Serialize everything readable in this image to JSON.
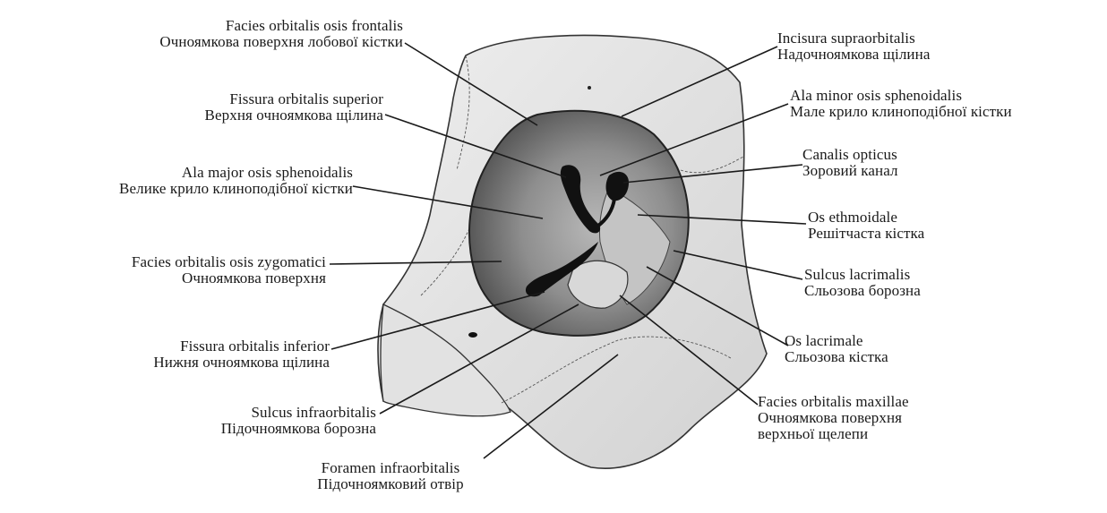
{
  "colors": {
    "background": "#ffffff",
    "bone": "#d9d9d9",
    "bone_light": "#ededed",
    "orbit": "#8a8a8a",
    "orbit_deep": "#555555",
    "ink": "#1a1a1a",
    "fissure": "#111111"
  },
  "labels": {
    "frontalis": {
      "la": "Facies orbitalis osis frontalis",
      "ua": "Очноямкова поверхня лобової кістки"
    },
    "fissura_superior": {
      "la": "Fissura orbitalis superior",
      "ua": "Верхня очноямкова щілина"
    },
    "ala_major": {
      "la": "Ala major osis sphenoidalis",
      "ua": "Велике крило клиноподібної кістки"
    },
    "zygomatici": {
      "la": "Facies orbitalis osis zygomatici",
      "ua": "Очноямкова поверхня"
    },
    "fissura_inferior": {
      "la": "Fissura orbitalis inferior",
      "ua": "Нижня очноямкова щілина"
    },
    "sulcus_infraorbitalis": {
      "la": "Sulcus infraorbitalis",
      "ua": "Підочноямкова борозна"
    },
    "foramen_infraorbitalis": {
      "la": "Foramen infraorbitalis",
      "ua": "Підочноямковий отвір"
    },
    "incisura": {
      "la": "Incisura supraorbitalis",
      "ua": "Надочноямкова щілина"
    },
    "ala_minor": {
      "la": "Ala minor osis sphenoidalis",
      "ua": "Мале крило клиноподібної кістки"
    },
    "canalis": {
      "la": "Canalis opticus",
      "ua": "Зоровий канал"
    },
    "ethmoidale": {
      "la": "Os ethmoidale",
      "ua": "Решітчаста кістка"
    },
    "sulcus_lacrimalis": {
      "la": "Sulcus lacrimalis",
      "ua": "Сльозова борозна"
    },
    "lacrimale": {
      "la": "Os lacrimale",
      "ua": "Сльозова кістка"
    },
    "maxillae": {
      "la": "Facies orbitalis maxillae",
      "ua": "Очноямкова поверхня",
      "ua2": "верхньої щелепи"
    }
  }
}
